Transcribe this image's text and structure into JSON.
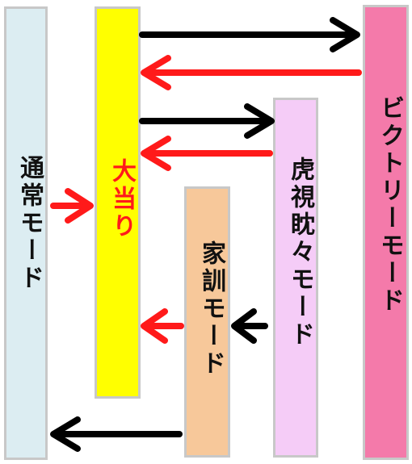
{
  "modes": {
    "normal": {
      "label": "通常モード",
      "color": "#dcedf2"
    },
    "jackpot": {
      "label": "大当り",
      "color": "#ffff00",
      "text_color": "#ff1a1a"
    },
    "victory": {
      "label": "ビクトリーモード",
      "color": "#f47aaa"
    },
    "watching": {
      "label": "虎視眈々モード",
      "color": "#f5ccf7"
    },
    "family": {
      "label": "家訓モード",
      "color": "#f7c89a"
    }
  },
  "transitions": [
    {
      "from": "jackpot",
      "to": "victory",
      "color": "#000000"
    },
    {
      "from": "victory",
      "to": "jackpot",
      "color": "#ff1a1a"
    },
    {
      "from": "jackpot",
      "to": "watching",
      "color": "#000000"
    },
    {
      "from": "watching",
      "to": "jackpot",
      "color": "#ff1a1a"
    },
    {
      "from": "normal",
      "to": "jackpot",
      "color": "#ff1a1a"
    },
    {
      "from": "watching",
      "to": "family",
      "color": "#000000"
    },
    {
      "from": "family",
      "to": "jackpot",
      "color": "#ff1a1a"
    },
    {
      "from": "family",
      "to": "normal",
      "color": "#000000"
    }
  ]
}
